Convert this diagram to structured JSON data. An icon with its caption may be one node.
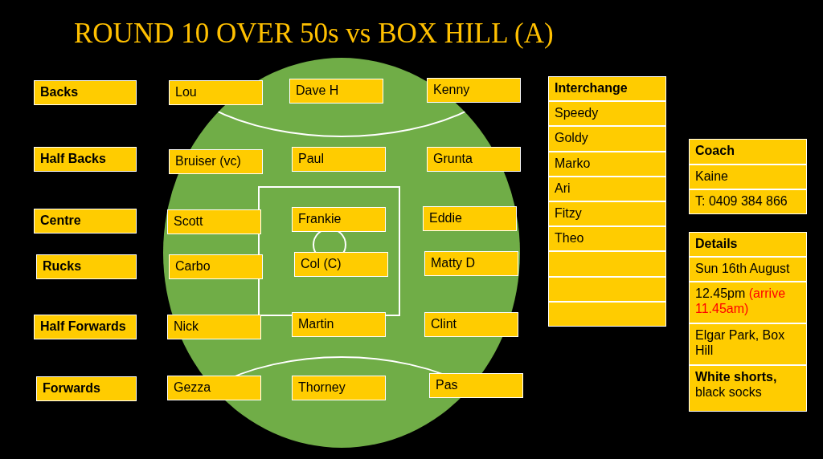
{
  "diagram": {
    "title": "ROUND 10 OVER 50s vs BOX HILL (A)",
    "nodes": [
      {
        "text": [
          "Backs"
        ]
      },
      {
        "text": [
          "Lou"
        ]
      },
      {
        "text": [
          "Dave H"
        ]
      },
      {
        "text": [
          "Kenny"
        ]
      },
      {
        "text": [
          "Half Backs"
        ]
      },
      {
        "text": [
          "Bruiser (vc)"
        ]
      },
      {
        "text": [
          "Paul"
        ]
      },
      {
        "text": [
          "Grunta"
        ]
      },
      {
        "text": [
          "Centre"
        ]
      },
      {
        "text": [
          "Scott"
        ]
      },
      {
        "text": [
          "Frankie"
        ]
      },
      {
        "text": [
          "Eddie"
        ]
      },
      {
        "text": [
          "Rucks"
        ]
      },
      {
        "text": [
          "Carbo"
        ]
      },
      {
        "text": [
          "Col (C)"
        ]
      },
      {
        "text": [
          "Matty D"
        ]
      },
      {
        "text": [
          "Half Forwards"
        ]
      },
      {
        "text": [
          "Nick"
        ]
      },
      {
        "text": [
          "Martin"
        ]
      },
      {
        "text": [
          "Clint"
        ]
      },
      {
        "text": [
          "Forwards"
        ]
      },
      {
        "text": [
          "Gezza"
        ]
      },
      {
        "text": [
          "Thorney"
        ]
      },
      {
        "text": [
          "Pas"
        ]
      },
      {
        "text": [
          "Interchange"
        ]
      },
      {
        "text": [
          "Speedy"
        ]
      },
      {
        "text": [
          "Goldy"
        ]
      },
      {
        "text": [
          "Marko"
        ]
      },
      {
        "text": [
          "Ari"
        ]
      },
      {
        "text": [
          "Fitzy"
        ]
      },
      {
        "text": [
          "Theo"
        ]
      },
      {
        "text": [],
        "shape": "box"
      },
      {
        "text": [],
        "shape": "box"
      },
      {
        "text": [],
        "shape": "box"
      },
      {
        "text": [
          "Coach"
        ]
      },
      {
        "text": [
          "Kaine"
        ]
      },
      {
        "text": [
          "T: 0409 384 866"
        ]
      },
      {
        "text": [
          "Details"
        ]
      },
      {
        "text": [
          "Sun 16th August"
        ]
      },
      {
        "text": [
          "12.45pm",
          "(arrive 11.45am)"
        ]
      },
      {
        "text": [
          "Elgar Park, Box Hill"
        ]
      },
      {
        "text": [
          "White shorts,",
          "black socks"
        ]
      }
    ],
    "edges": []
  }
}
